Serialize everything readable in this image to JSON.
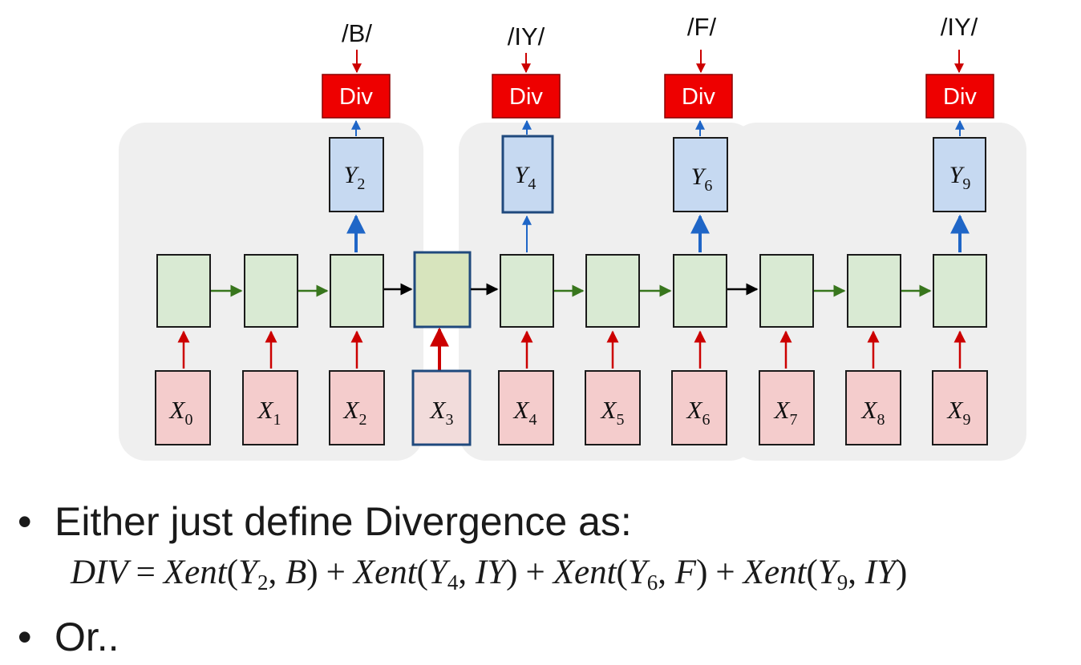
{
  "labels": [
    {
      "id": "2",
      "text": "/B/"
    },
    {
      "id": "4",
      "text": "/IY/"
    },
    {
      "id": "6",
      "text": "/F/"
    },
    {
      "id": "9",
      "text": "/IY/"
    }
  ],
  "div_label": "Div",
  "outputs": [
    {
      "base": "Y",
      "sub": "2"
    },
    {
      "base": "Y",
      "sub": "4"
    },
    {
      "base": "Y",
      "sub": "6"
    },
    {
      "base": "Y",
      "sub": "9"
    }
  ],
  "inputs": [
    {
      "base": "X",
      "sub": "0"
    },
    {
      "base": "X",
      "sub": "1"
    },
    {
      "base": "X",
      "sub": "2"
    },
    {
      "base": "X",
      "sub": "3"
    },
    {
      "base": "X",
      "sub": "4"
    },
    {
      "base": "X",
      "sub": "5"
    },
    {
      "base": "X",
      "sub": "6"
    },
    {
      "base": "X",
      "sub": "7"
    },
    {
      "base": "X",
      "sub": "8"
    },
    {
      "base": "X",
      "sub": "9"
    }
  ],
  "bullets": {
    "first": "Either just define Divergence as:",
    "second": "Or.."
  },
  "formula": {
    "lhs": "DIV",
    "eq": "=",
    "plus": "+",
    "terms": [
      {
        "fn": "Xent",
        "y": "Y",
        "sub": "2",
        "target": "B"
      },
      {
        "fn": "Xent",
        "y": "Y",
        "sub": "4",
        "target": "IY"
      },
      {
        "fn": "Xent",
        "y": "Y",
        "sub": "6",
        "target": "F"
      },
      {
        "fn": "Xent",
        "y": "Y",
        "sub": "9",
        "target": "IY"
      }
    ]
  },
  "colors": {
    "group_bg": "#efefef",
    "hidden_fill": "#d9ead3",
    "hidden_fill_x3": "#d7e4bd",
    "output_fill": "#c6d9f1",
    "input_fill": "#f4cccc",
    "input_fill_x3": "#f2dcdb",
    "div_fill": "#ee0000",
    "red_arrow": "#cc0000",
    "blue_arrow": "#1f66c7",
    "green_arrow": "#38761d",
    "highlight_border": "#1f497d"
  }
}
